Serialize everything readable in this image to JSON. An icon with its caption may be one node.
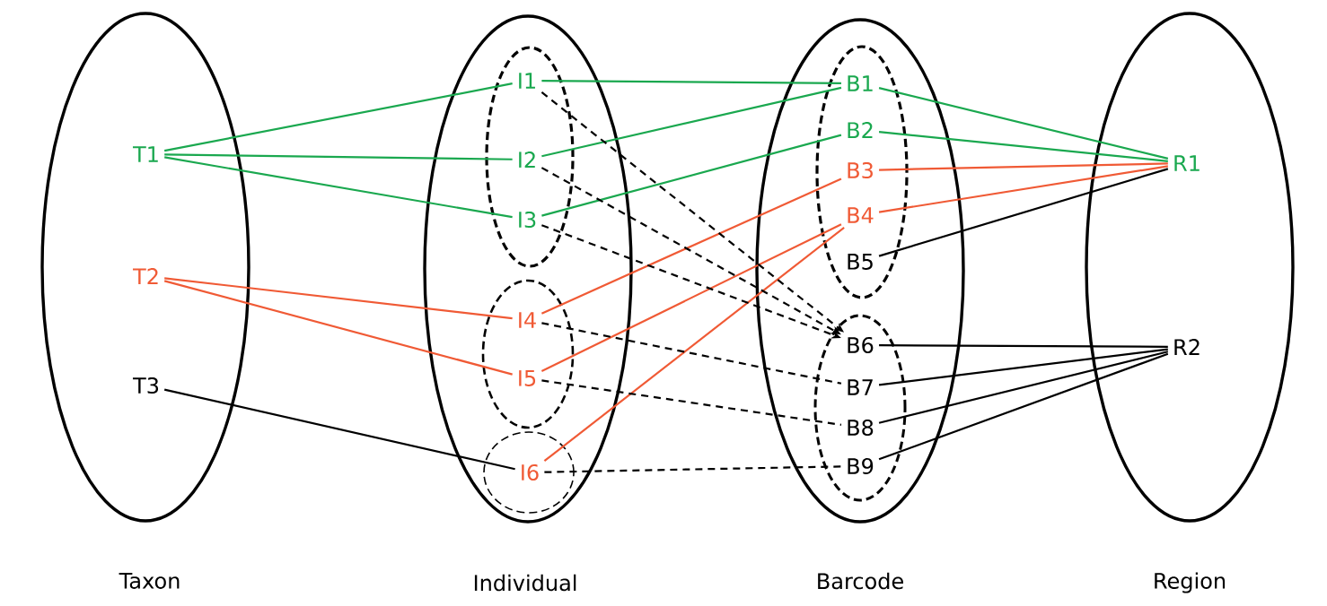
{
  "diagram": {
    "nodes": [
      {
        "text": [
          "Taxon"
        ]
      },
      {
        "text": [
          "T1"
        ],
        "in": 0
      },
      {
        "text": [
          "T2"
        ],
        "in": 0
      },
      {
        "text": [
          "T3"
        ],
        "in": 0
      },
      {
        "text": [
          "Individual"
        ]
      },
      {
        "text": [],
        "shape": "ellipse",
        "in": 4
      },
      {
        "text": [
          "I1"
        ],
        "in": 5
      },
      {
        "text": [
          "I2"
        ],
        "in": 5
      },
      {
        "text": [
          "I3"
        ],
        "in": 5
      },
      {
        "text": [],
        "shape": "ellipse",
        "in": 4
      },
      {
        "text": [
          "I4"
        ],
        "in": 9
      },
      {
        "text": [
          "I5"
        ],
        "in": 9
      },
      {
        "text": [],
        "shape": "ellipse",
        "in": 4
      },
      {
        "text": [
          "I6"
        ],
        "in": 12
      },
      {
        "text": [
          "Barcode"
        ]
      },
      {
        "text": [],
        "shape": "ellipse",
        "in": 14
      },
      {
        "text": [
          "B1"
        ],
        "in": 15
      },
      {
        "text": [
          "B2"
        ],
        "in": 15
      },
      {
        "text": [
          "B3"
        ],
        "in": 15
      },
      {
        "text": [
          "B4"
        ],
        "in": 15
      },
      {
        "text": [
          "B5"
        ],
        "in": 15
      },
      {
        "text": [],
        "shape": "ellipse",
        "in": 14
      },
      {
        "text": [
          "B6"
        ],
        "in": 21
      },
      {
        "text": [
          "B7"
        ],
        "in": 21
      },
      {
        "text": [
          "B8"
        ],
        "in": 21
      },
      {
        "text": [
          "B9"
        ],
        "in": 21
      },
      {
        "text": [
          "Region"
        ]
      },
      {
        "text": [
          "R1"
        ],
        "in": 26
      },
      {
        "text": [
          "R2"
        ],
        "in": 26
      }
    ],
    "edges": [
      {
        "from": 1,
        "to": 6,
        "arrow": "none",
        "color": "#1aa84f"
      },
      {
        "from": 1,
        "to": 7,
        "arrow": "none",
        "color": "#1aa84f"
      },
      {
        "from": 1,
        "to": 8,
        "arrow": "none",
        "color": "#1aa84f"
      },
      {
        "from": 2,
        "to": 10,
        "arrow": "none",
        "color": "#f05a35"
      },
      {
        "from": 2,
        "to": 11,
        "arrow": "none",
        "color": "#f05a35"
      },
      {
        "from": 3,
        "to": 13,
        "arrow": "none"
      },
      {
        "from": 6,
        "to": 16,
        "arrow": "none",
        "color": "#1aa84f"
      },
      {
        "from": 7,
        "to": 16,
        "arrow": "none",
        "color": "#1aa84f"
      },
      {
        "from": 8,
        "to": 17,
        "arrow": "none",
        "color": "#1aa84f"
      },
      {
        "from": 10,
        "to": 18,
        "arrow": "none",
        "color": "#f05a35"
      },
      {
        "from": 11,
        "to": 19,
        "arrow": "none",
        "color": "#f05a35"
      },
      {
        "from": 13,
        "to": 19,
        "arrow": "none",
        "color": "#f05a35"
      },
      {
        "from": 6,
        "to": 22,
        "arrow": "to",
        "style": "dashed"
      },
      {
        "from": 7,
        "to": 22,
        "arrow": "to",
        "style": "dashed"
      },
      {
        "from": 8,
        "to": 22,
        "arrow": "to",
        "style": "dashed"
      },
      {
        "from": 10,
        "to": 23,
        "arrow": "none",
        "style": "dashed"
      },
      {
        "from": 11,
        "to": 24,
        "arrow": "none",
        "style": "dashed"
      },
      {
        "from": 13,
        "to": 25,
        "arrow": "none",
        "style": "dashed"
      },
      {
        "from": 16,
        "to": 27,
        "arrow": "none",
        "color": "#1aa84f"
      },
      {
        "from": 17,
        "to": 27,
        "arrow": "none",
        "color": "#1aa84f"
      },
      {
        "from": 18,
        "to": 27,
        "arrow": "none",
        "color": "#f05a35"
      },
      {
        "from": 19,
        "to": 27,
        "arrow": "none",
        "color": "#f05a35"
      },
      {
        "from": 20,
        "to": 27,
        "arrow": "none"
      },
      {
        "from": 22,
        "to": 28,
        "arrow": "none"
      },
      {
        "from": 23,
        "to": 28,
        "arrow": "none"
      },
      {
        "from": 24,
        "to": 28,
        "arrow": "none"
      },
      {
        "from": 25,
        "to": 28,
        "arrow": "none"
      }
    ]
  }
}
